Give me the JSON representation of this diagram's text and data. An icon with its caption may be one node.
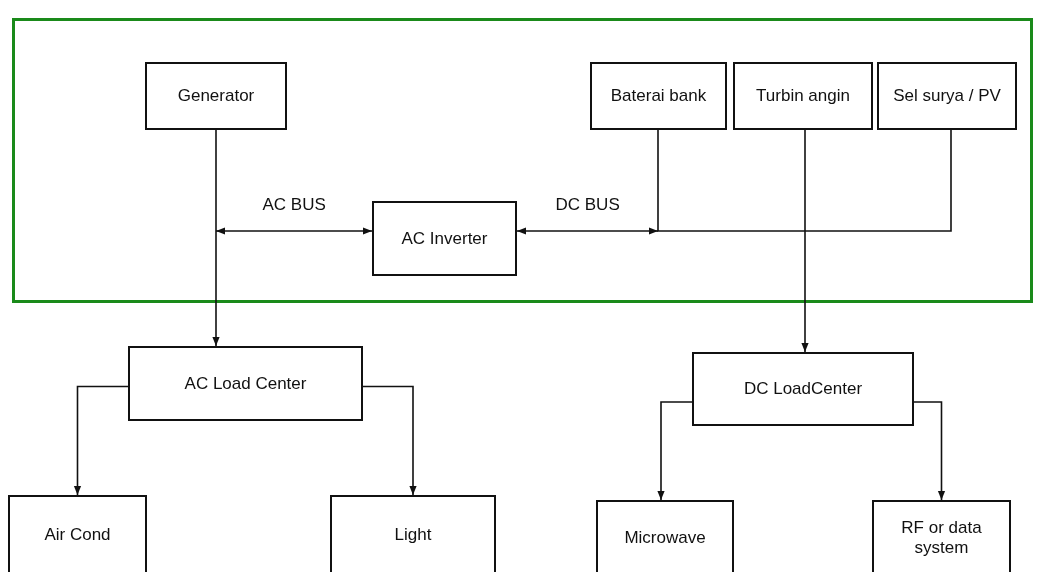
{
  "diagram": {
    "nodes": [
      {
        "text": [],
        "shape": "box"
      },
      {
        "text": [
          "Generator"
        ],
        "in": 0
      },
      {
        "text": [
          "Baterai bank"
        ],
        "in": 0
      },
      {
        "text": [
          "Turbin angin"
        ],
        "in": 0
      },
      {
        "text": [
          "Sel surya / PV"
        ],
        "in": 0
      },
      {
        "text": [
          "AC Inverter"
        ],
        "in": 0
      },
      {
        "text": [
          "AC Load Center"
        ]
      },
      {
        "text": [
          "DC LoadCenter"
        ]
      },
      {
        "text": [
          "Air Cond"
        ]
      },
      {
        "text": [
          "Light"
        ]
      },
      {
        "text": [
          "Microwave"
        ]
      },
      {
        "text": [
          "RF or data system"
        ]
      }
    ],
    "edges": [
      {
        "from": 1,
        "to": 6,
        "arrow": "to"
      },
      {
        "from": null,
        "to": 5,
        "arrow": "both",
        "label": "AC BUS"
      },
      {
        "from": 5,
        "to": null,
        "arrow": "both",
        "label": "DC BUS"
      },
      {
        "from": 4,
        "to": 2,
        "arrow": "none"
      },
      {
        "from": 3,
        "to": 7,
        "arrow": "to"
      },
      {
        "from": 6,
        "to": 8,
        "arrow": "to"
      },
      {
        "from": 6,
        "to": 9,
        "arrow": "to"
      },
      {
        "from": 7,
        "to": 10,
        "arrow": "to"
      },
      {
        "from": 7,
        "to": 11,
        "arrow": "to"
      }
    ]
  }
}
